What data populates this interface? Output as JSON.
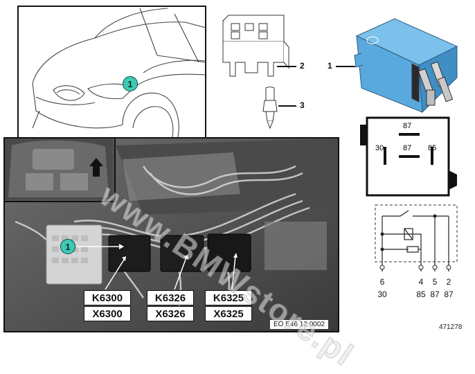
{
  "callouts": {
    "relay": "1",
    "housing": "2",
    "contact": "3",
    "location_car": "1",
    "location_photo": "1"
  },
  "relay_diagram": {
    "pin_87_top": "87",
    "pin_30": "30",
    "pin_87_mid": "87",
    "pin_85": "85"
  },
  "schematic": {
    "pin_numbers": [
      "6",
      "4",
      "5",
      "2"
    ],
    "terminal_numbers": [
      "30",
      "85",
      "87",
      "87"
    ]
  },
  "connectors": [
    {
      "k": "K6300",
      "x": "X6300"
    },
    {
      "k": "K6326",
      "x": "X6326"
    },
    {
      "k": "K6325",
      "x": "X6325"
    }
  ],
  "photo_code": "EO E46 12 0002",
  "drawing_number": "471278",
  "watermark": "www.BMWstore.pl",
  "colors": {
    "relay_blue": "#5aa9de",
    "callout_teal": "#3ec9b4"
  }
}
